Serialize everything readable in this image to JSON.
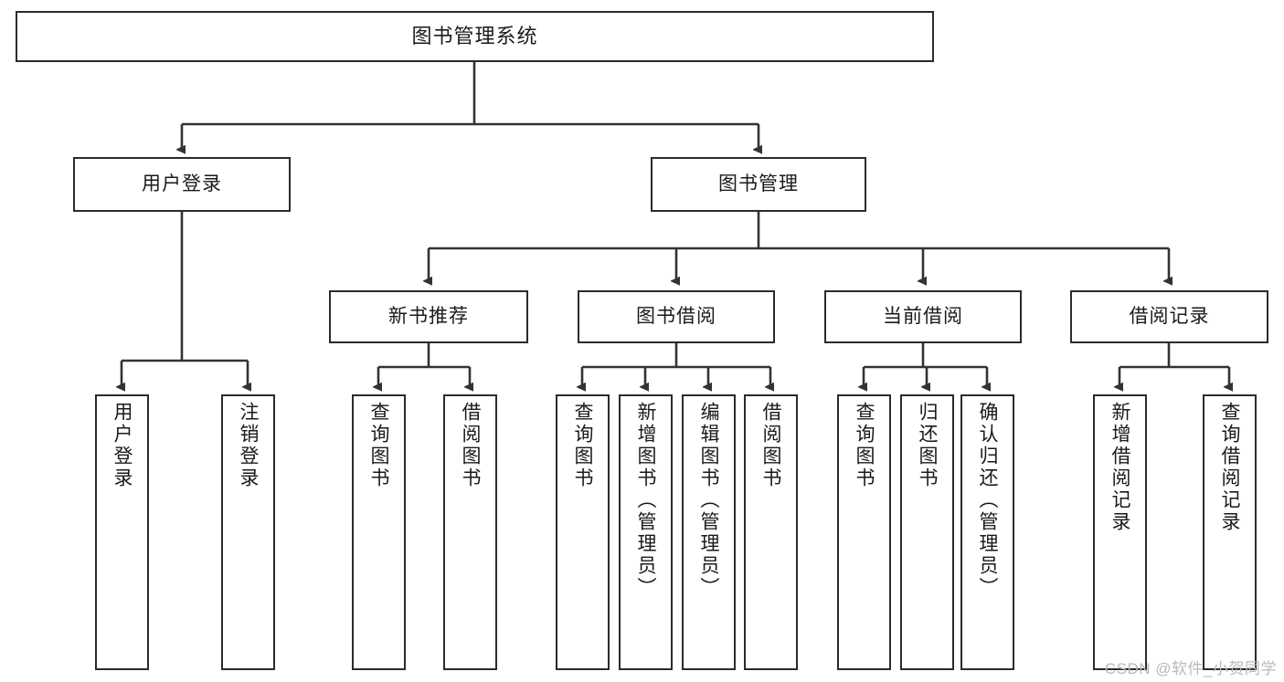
{
  "diagram": {
    "title": "图书管理系统",
    "type": "tree-hierarchy",
    "root": {
      "label": "图书管理系统"
    },
    "level1": [
      {
        "label": "用户登录"
      },
      {
        "label": "图书管理"
      }
    ],
    "level2": [
      {
        "label": "新书推荐",
        "parent": "图书管理"
      },
      {
        "label": "图书借阅",
        "parent": "图书管理"
      },
      {
        "label": "当前借阅",
        "parent": "图书管理"
      },
      {
        "label": "借阅记录",
        "parent": "图书管理"
      }
    ],
    "leaves": {
      "user_login": [
        {
          "label": "用户登录"
        },
        {
          "label": "注销登录"
        }
      ],
      "new_book": [
        {
          "label": "查询图书"
        },
        {
          "label": "借阅图书"
        }
      ],
      "book_borrow": [
        {
          "label": "查询图书"
        },
        {
          "label": "新增图书（管理员）"
        },
        {
          "label": "编辑图书（管理员）"
        },
        {
          "label": "借阅图书"
        }
      ],
      "current_borrow": [
        {
          "label": "查询图书"
        },
        {
          "label": "归还图书"
        },
        {
          "label": "确认归还（管理员）"
        }
      ],
      "borrow_record": [
        {
          "label": "新增借阅记录"
        },
        {
          "label": "查询借阅记录"
        }
      ]
    }
  },
  "watermark": {
    "text": "CSDN @软件_小贺同学"
  },
  "colors": {
    "box_border": "#2b2b2b",
    "box_fill": "#ffffff",
    "text": "#1a1a1a",
    "connector": "#333333",
    "watermark": "#b9b9b9"
  }
}
